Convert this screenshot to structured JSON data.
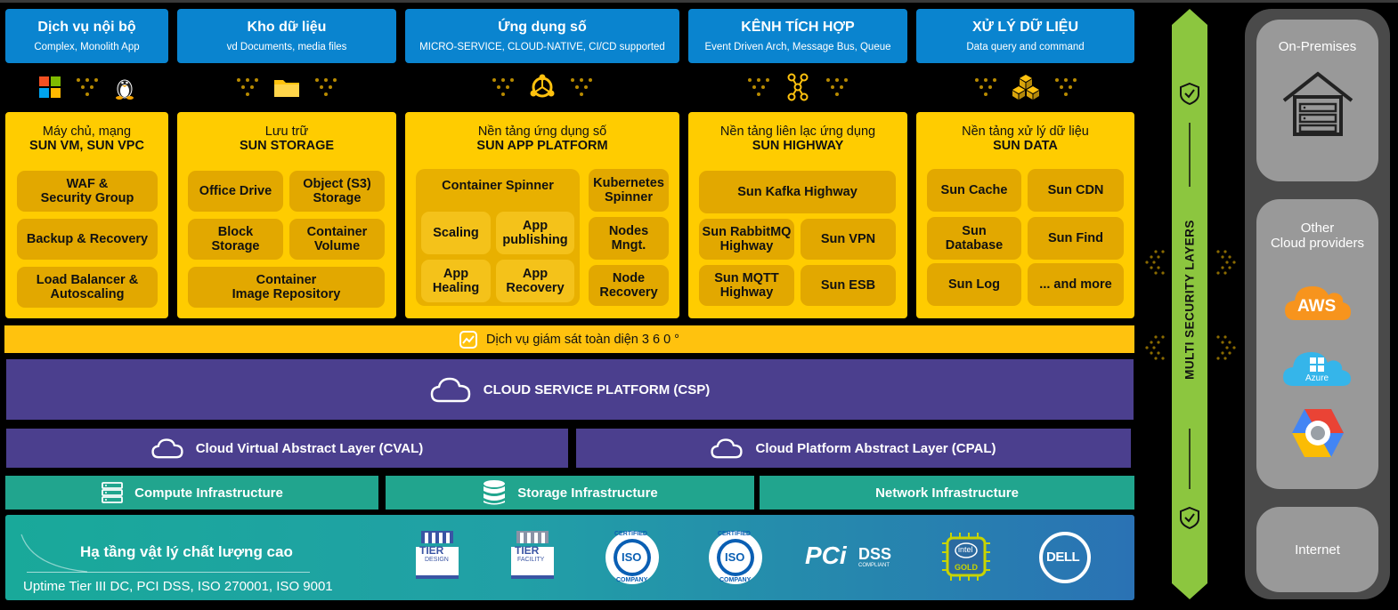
{
  "headers": [
    {
      "title": "Dịch vụ nội bộ",
      "subtitle": "Complex, Monolith App"
    },
    {
      "title": "Kho dữ liệu",
      "subtitle": "vd Documents, media files"
    },
    {
      "title": "Ứng dụng số",
      "subtitle": "MICRO-SERVICE, CLOUD-NATIVE, CI/CD supported"
    },
    {
      "title": "KÊNH TÍCH HỢP",
      "subtitle": "Event Driven Arch, Message Bus, Queue"
    },
    {
      "title": "XỬ LÝ DỮ LIỆU",
      "subtitle": "Data query and command"
    }
  ],
  "platforms": {
    "compute": {
      "title": "Máy chủ, mạng",
      "name": "SUN VM, SUN VPC",
      "items": [
        "WAF &\nSecurity Group",
        "Backup & Recovery",
        "Load Balancer &\nAutoscaling"
      ]
    },
    "storage": {
      "title": "Lưu trữ",
      "name": "SUN STORAGE",
      "items": [
        "Office Drive",
        "Object (S3)\nStorage",
        "Block\nStorage",
        "Container\nVolume",
        "Container\nImage Repository"
      ]
    },
    "app": {
      "title": "Nền tảng ứng dụng số",
      "name": "SUN APP PLATFORM",
      "items": [
        "Container Spinner",
        "Scaling",
        "App\npublishing",
        "App\nHealing",
        "App\nRecovery",
        "Kubernetes\nSpinner",
        "Nodes\nMngt.",
        "Node\nRecovery"
      ]
    },
    "highway": {
      "title": "Nền tảng liên lạc ứng dụng",
      "name": "SUN HIGHWAY",
      "items": [
        "Sun Kafka Highway",
        "Sun RabbitMQ\nHighway",
        "Sun VPN",
        "Sun MQTT\nHighway",
        "Sun ESB"
      ]
    },
    "data": {
      "title": "Nền tảng xử lý dữ liệu",
      "name": "SUN DATA",
      "items": [
        "Sun Cache",
        "Sun CDN",
        "Sun\nDatabase",
        "Sun Find",
        "Sun Log",
        "... and more"
      ]
    }
  },
  "monitoring": "Dịch vụ giám sát toàn diện 3 6 0 °",
  "csp": "CLOUD SERVICE PLATFORM (CSP)",
  "cval": "Cloud Virtual Abstract Layer (CVAL)",
  "cpal": "Cloud Platform Abstract Layer (CPAL)",
  "infra": [
    "Compute Infrastructure",
    "Storage Infrastructure",
    "Network Infrastructure"
  ],
  "physical": {
    "title": "Hạ tầng vật lý chất lượng cao",
    "subtitle": "Uptime Tier III DC, PCI DSS, ISO 270001, ISO 9001"
  },
  "certs": {
    "tier_design": "TIER",
    "tier_design_sub": "DESIGN",
    "tier_facility": "TIER",
    "tier_facility_sub": "FACILITY",
    "iso": "ISO",
    "certified": "CERTIFIED",
    "company": "COMPANY",
    "pci": "PCi",
    "dss": "DSS",
    "compliant": "COMPLIANT",
    "intel": "intel",
    "gold": "GOLD",
    "dell": "DELL"
  },
  "security_label": "MULTI SECURITY LAYERS",
  "environments": {
    "onprem": "On-Premises",
    "other": "Other\nCloud providers",
    "aws": "AWS",
    "azure": "Azure",
    "internet": "Internet"
  },
  "colors": {
    "header_blue": "#0a84cf",
    "platform_yellow": "#ffcc00",
    "chip_gold": "#e2a800",
    "csp_purple": "#4b3f8e",
    "infra_teal": "#21a58e",
    "security_green": "#8cc63f"
  }
}
